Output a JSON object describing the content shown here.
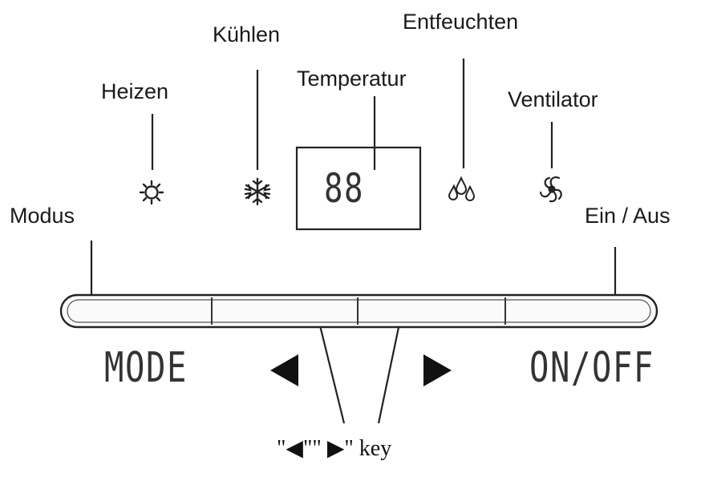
{
  "labels": {
    "heizen": "Heizen",
    "kuehlen": "Kühlen",
    "temperatur": "Temperatur",
    "entfeuchten": "Entfeuchten",
    "ventilator": "Ventilator",
    "modus": "Modus",
    "ein_aus": "Ein / Aus"
  },
  "display": {
    "value": "88"
  },
  "panel": {
    "mode_label": "MODE",
    "onoff_label": "ON/OFF",
    "key_hint": "\"◀\"\" ▶\" key"
  },
  "icons": {
    "heat": "heat-sun-icon",
    "cool": "snowflake-icon",
    "dry": "droplets-icon",
    "fan": "fan-icon",
    "left": "left-arrow-icon",
    "right": "right-arrow-icon"
  }
}
